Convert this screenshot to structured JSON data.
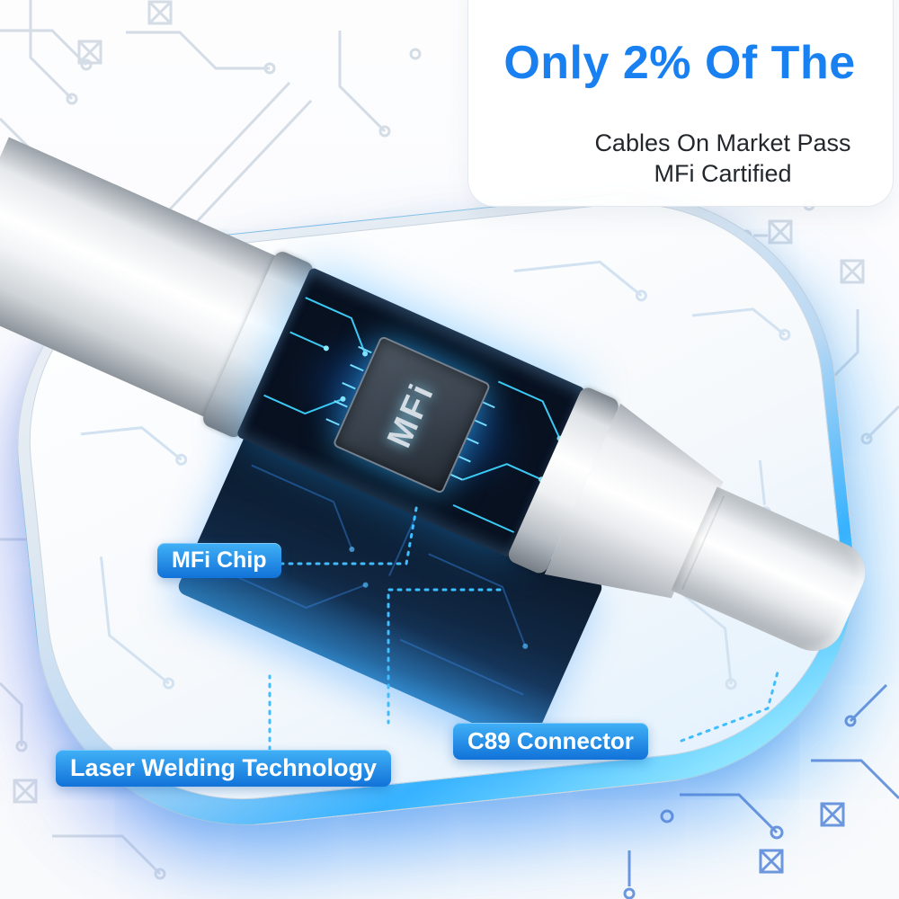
{
  "header": {
    "heading": "Only 2% Of The",
    "sub_line1": "Cables On Market Pass",
    "sub_line2": "MFi Cartified"
  },
  "callouts": {
    "mfi_chip": "MFi Chip",
    "laser_welding": "Laser Welding Technology",
    "c89_connector": "C89 Connector"
  },
  "product": {
    "chip_text": "MFi"
  },
  "colors": {
    "heading_blue": "#1880f0",
    "badge_top": "#41b1f7",
    "badge_bottom": "#1172d8",
    "glow_cyan": "#36b2ff",
    "glow_purple": "#7a6cf0",
    "leader_dash": "#3fbdff",
    "pcb_dark": "#0a1422",
    "circuit_gray": "#d4dce6",
    "circuit_blue": "#4a7fd6"
  }
}
